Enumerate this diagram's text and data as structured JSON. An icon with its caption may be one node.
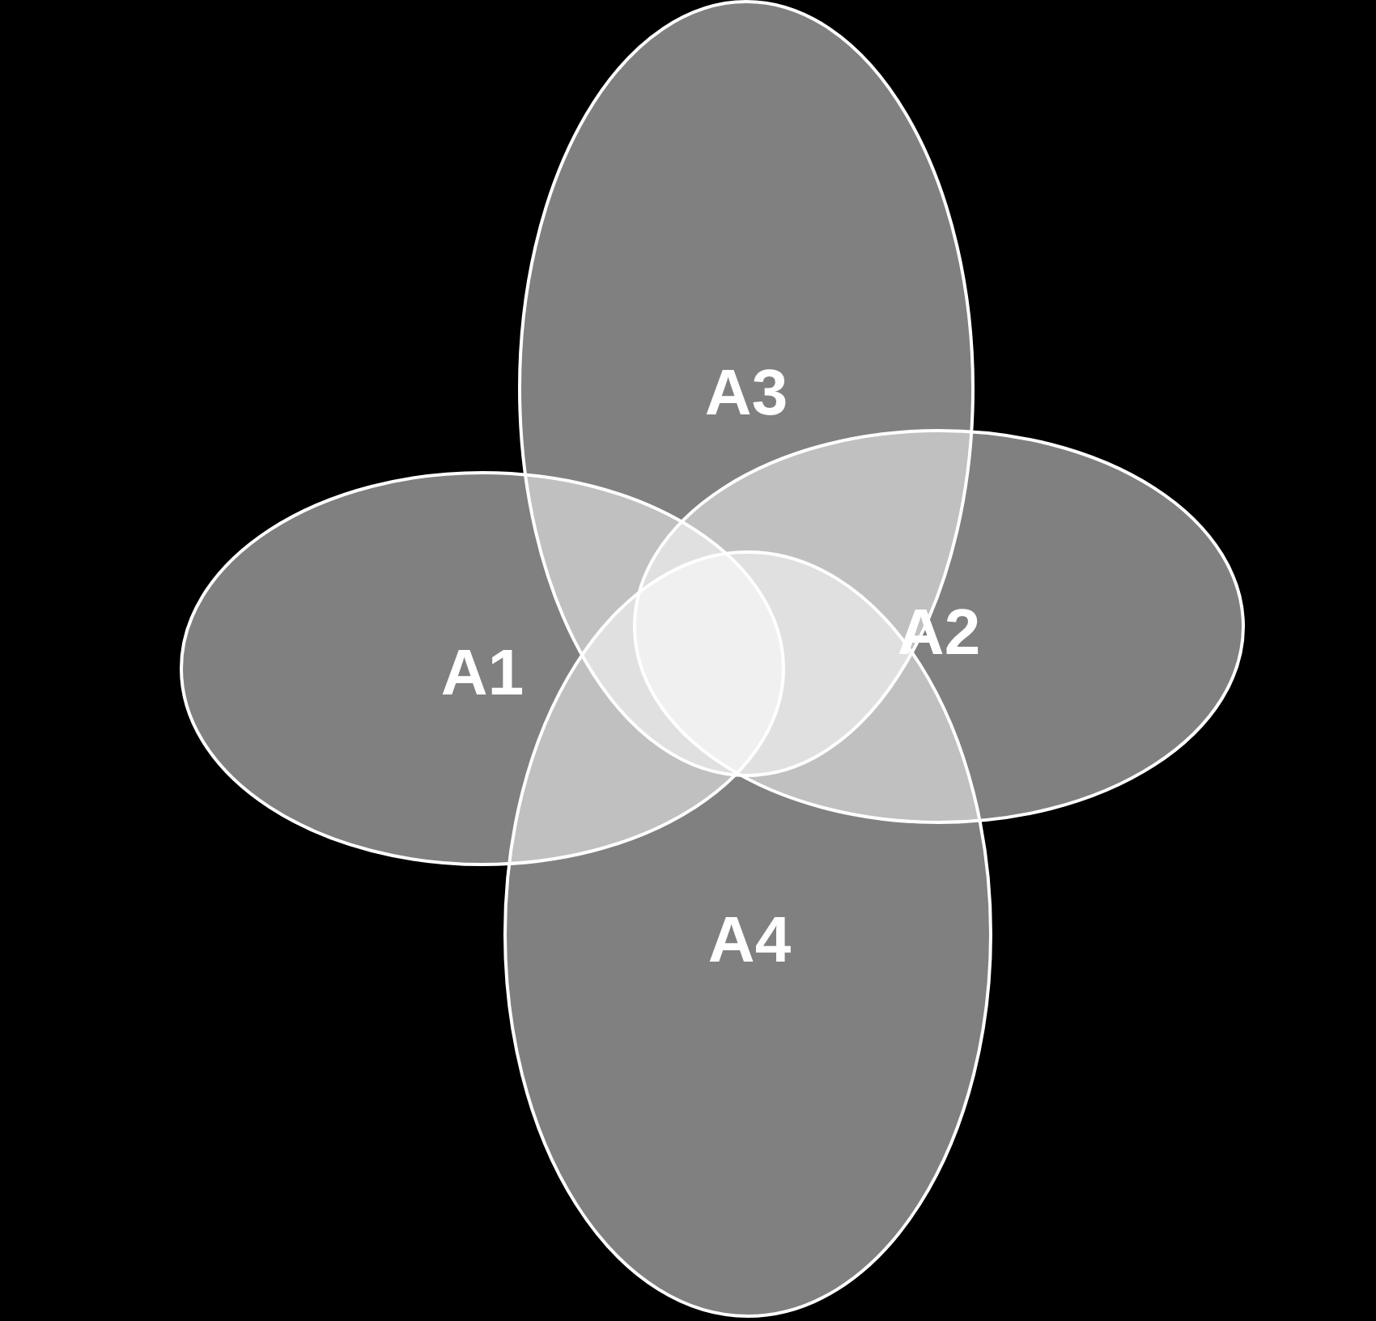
{
  "diagram": {
    "nodes": [
      {
        "text": [
          "A3"
        ]
      },
      {
        "text": [
          "A1"
        ]
      },
      {
        "text": [
          "A2"
        ]
      },
      {
        "text": [
          "A4"
        ]
      }
    ]
  }
}
